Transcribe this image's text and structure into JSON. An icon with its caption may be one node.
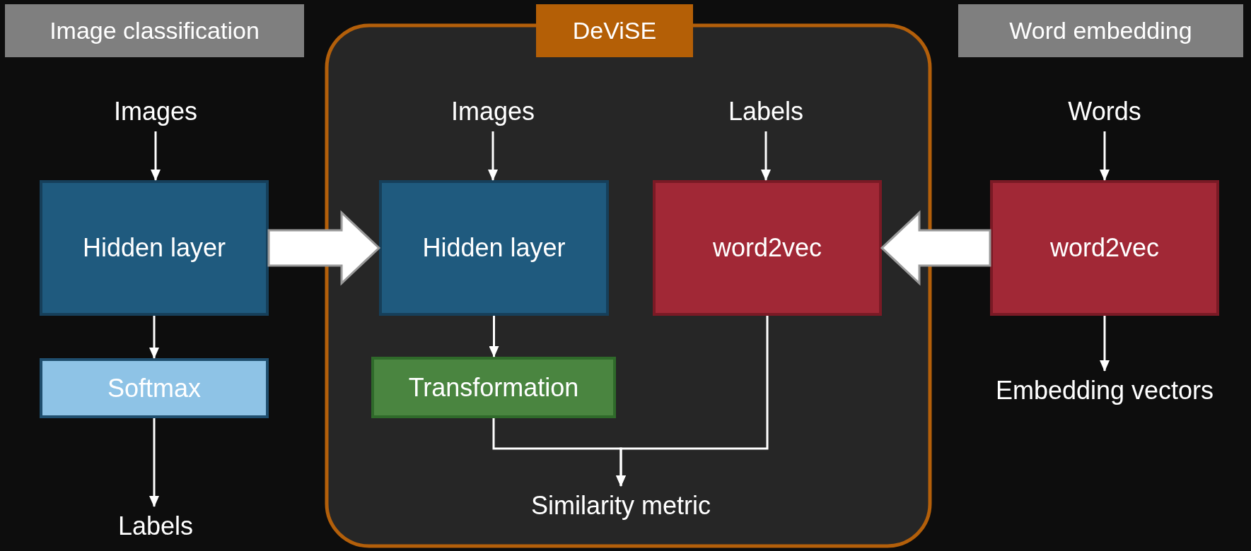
{
  "diagram": {
    "nodes": [
      {
        "text": [
          "Image classification"
        ]
      },
      {
        "text": [
          "DeViSE"
        ]
      },
      {
        "text": [
          "Word embedding"
        ]
      },
      {
        "text": [
          "Images"
        ]
      },
      {
        "text": [
          "Hidden layer"
        ]
      },
      {
        "text": [
          "Softmax"
        ]
      },
      {
        "text": [
          "Labels"
        ]
      },
      {
        "text": [
          "Images"
        ],
        "in": 1
      },
      {
        "text": [
          "Labels"
        ],
        "in": 1
      },
      {
        "text": [
          "Hidden layer"
        ],
        "in": 1
      },
      {
        "text": [
          "word2vec"
        ],
        "in": 1
      },
      {
        "text": [
          "Transformation"
        ],
        "in": 1
      },
      {
        "text": [
          "Similarity metric"
        ],
        "in": 1
      },
      {
        "text": [
          "Words"
        ]
      },
      {
        "text": [
          "word2vec"
        ]
      },
      {
        "text": [
          "Embedding vectors"
        ]
      }
    ],
    "edges": [
      {
        "from": 3,
        "to": 4,
        "arrow": "to"
      },
      {
        "from": 4,
        "to": 5,
        "arrow": "to"
      },
      {
        "from": 5,
        "to": 6,
        "arrow": "to"
      },
      {
        "from": 7,
        "to": 9,
        "arrow": "to"
      },
      {
        "from": 8,
        "to": 10,
        "arrow": "to"
      },
      {
        "from": 9,
        "to": 11,
        "arrow": "to"
      },
      {
        "from": 11,
        "to": 12,
        "arrow": "to"
      },
      {
        "from": 10,
        "to": 12,
        "arrow": "to"
      },
      {
        "from": 13,
        "to": 14,
        "arrow": "to"
      },
      {
        "from": 14,
        "to": 15,
        "arrow": "to"
      },
      {
        "from": 4,
        "to": 9,
        "arrow": "to",
        "style": "thick"
      },
      {
        "from": 14,
        "to": 10,
        "arrow": "to",
        "style": "thick"
      }
    ]
  }
}
